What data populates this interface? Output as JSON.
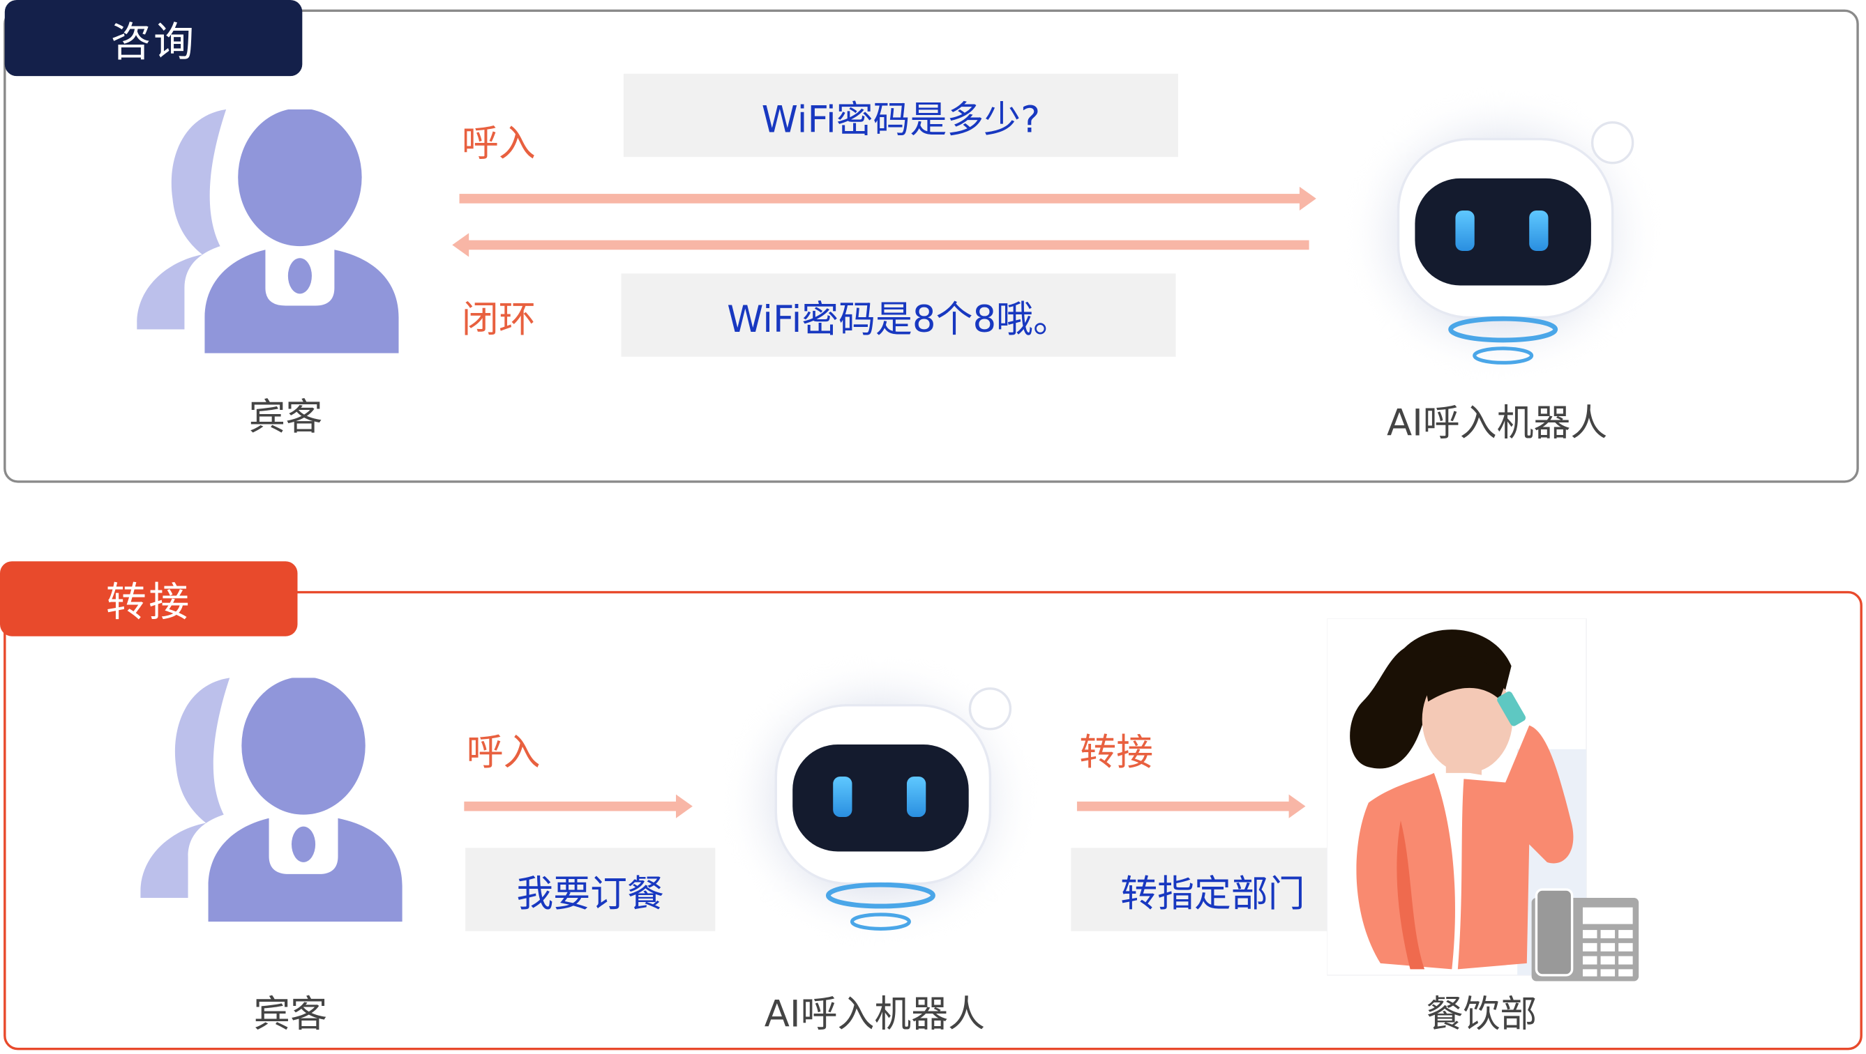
{
  "consult": {
    "tag": "咨询",
    "guest_label": "宾客",
    "call_in_label": "呼入",
    "closed_loop_label": "闭环",
    "question": "WiFi密码是多少?",
    "answer": "WiFi密码是8个8哦。",
    "robot_label": "AI呼入机器人"
  },
  "transfer": {
    "tag": "转接",
    "guest_label": "宾客",
    "call_in_label": "呼入",
    "request": "我要订餐",
    "robot_label": "AI呼入机器人",
    "transfer_label": "转接",
    "action": "转指定部门",
    "department_label": "餐饮部"
  },
  "colors": {
    "consult_accent": "#14204a",
    "transfer_accent": "#e84a2c",
    "arrow": "#f8b6a6",
    "bubble_text": "#1838c0"
  }
}
